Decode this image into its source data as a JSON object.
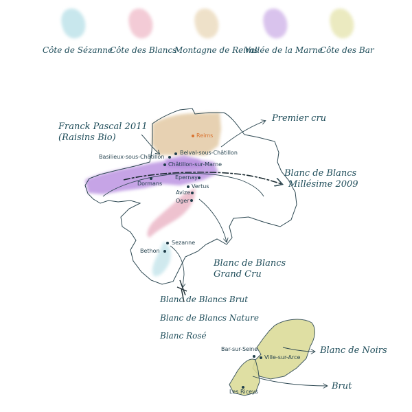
{
  "legend": [
    {
      "label": "Côte de Sézanne",
      "color": "#bfe3ea"
    },
    {
      "label": "Côte des Blancs",
      "color": "#f1c3cf"
    },
    {
      "label": "Montagne de Reims",
      "color": "#ecdcc0"
    },
    {
      "label": "Vallée de la Marne",
      "color": "#d3b9ea"
    },
    {
      "label": "Côte des Bar",
      "color": "#e8e7b6"
    }
  ],
  "towns": {
    "reims": "Reims",
    "basilieux": "Basilieux-sous-Châtillon",
    "belval": "Belval-sous-Châtillon",
    "chatillon": "Châtillon-sur-Marne",
    "epernay": "Epernay",
    "dormans": "Dormans",
    "vertus": "Vertus",
    "avize": "Avize",
    "oger": "Oger",
    "sezanne": "Sezanne",
    "bethon": "Bethon",
    "bar_sur_seine": "Bar-sur-Seine",
    "ville_sur_arce": "Ville-sur-Arce",
    "les_riceys": "Les Riceys"
  },
  "annotations": {
    "franck_pascal": "Franck Pascal 2011",
    "raisins_bio": "(Raisins Bio)",
    "premier_cru": "Premier cru",
    "bdb_millesime_1": "Blanc de Blancs",
    "bdb_millesime_2": "Millésime 2009",
    "bdb_grand_cru_1": "Blanc de Blancs",
    "bdb_grand_cru_2": "Grand Cru",
    "bdb_brut": "Blanc de Blancs Brut",
    "bdb_nature": "Blanc de Blancs Nature",
    "blanc_rose": "Blanc Rosé",
    "blanc_de_noirs": "Blanc de Noirs",
    "brut": "Brut"
  },
  "colors": {
    "outline": "#2b4650",
    "ink": "#1f4d5a",
    "dot": "#1f3d4a",
    "reims_dot": "#d9722e",
    "montagne": "#e3caa5",
    "vallee": "#b88ee0",
    "blancs": "#eab3c4",
    "sezanne": "#c8e6ec",
    "bar": "#dcdc9a"
  }
}
